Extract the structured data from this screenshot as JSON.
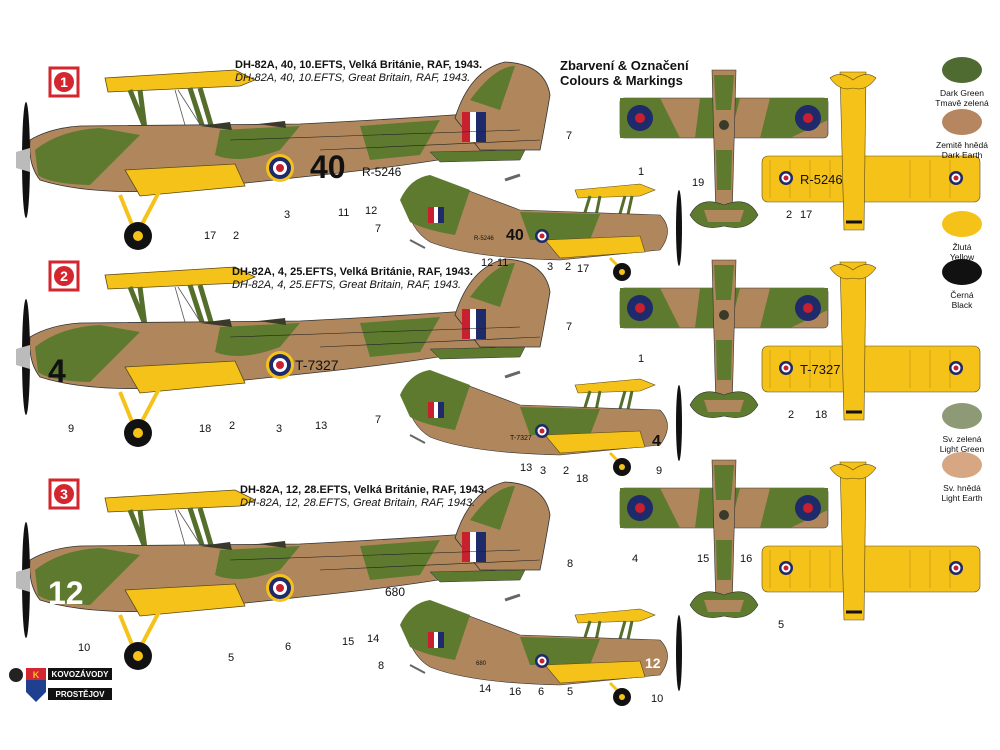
{
  "header": {
    "title_cz": "Zbarvení & Označení",
    "title_en": "Colours & Markings"
  },
  "variants": [
    {
      "index": "1",
      "caption_cz": "DH-82A, 40, 10.EFTS, Velká Británie, RAF, 1943.",
      "caption_en": "DH-82A, 40, 10.EFTS, Great Britain, RAF, 1943.",
      "code": "40",
      "serial": "R-5246",
      "callouts_large": [
        "7",
        "3",
        "11",
        "12",
        "17",
        "2"
      ],
      "callouts_small": [
        "7",
        "12",
        "11",
        "3",
        "2",
        "17"
      ],
      "callouts_top": [
        "1",
        "19"
      ],
      "callouts_bottom": [
        "2",
        "17"
      ]
    },
    {
      "index": "2",
      "caption_cz": "DH-82A, 4, 25.EFTS, Velká Británie, RAF, 1943.",
      "caption_en": "DH-82A, 4, 25.EFTS, Great Britain, RAF, 1943.",
      "code": "4",
      "serial": "T-7327",
      "callouts_large": [
        "7",
        "9",
        "18",
        "2",
        "3",
        "13"
      ],
      "callouts_small": [
        "7",
        "13",
        "3",
        "2",
        "18",
        "9"
      ],
      "callouts_top": [
        "1"
      ],
      "callouts_bottom": [
        "2",
        "18"
      ]
    },
    {
      "index": "3",
      "caption_cz": "DH-82A, 12, 28.EFTS, Velká Británie, RAF, 1943.",
      "caption_en": "DH-82A, 12, 28.EFTS, Great Britain, RAF, 1943.",
      "code": "12",
      "serial": "680",
      "callouts_large": [
        "8",
        "10",
        "5",
        "6",
        "15",
        "14"
      ],
      "callouts_small": [
        "8",
        "14",
        "16",
        "6",
        "5",
        "10"
      ],
      "callouts_top": [
        "4",
        "15",
        "16"
      ],
      "callouts_bottom": [
        "5"
      ]
    }
  ],
  "swatches": [
    {
      "color": "#4f6b32",
      "cz": "Dark Green",
      "en": "Tmavě zelená"
    },
    {
      "color": "#b58660",
      "cz": "Zemitě hnědá",
      "en": "Dark Earth"
    },
    {
      "color": "#f5c21a",
      "cz": "Žlutá",
      "en": "Yellow"
    },
    {
      "color": "#111111",
      "cz": "Černá",
      "en": "Black"
    },
    {
      "color": "#8e9a76",
      "cz": "Sv. zelená",
      "en": "Light Green"
    },
    {
      "color": "#d7a783",
      "cz": "Sv. hnědá",
      "en": "Light Earth"
    }
  ],
  "logo": {
    "line1": "KOVOZÁVODY",
    "line2": "PROSTĚJOV"
  },
  "colors": {
    "green": "#5d7a2f",
    "earth": "#b0875c",
    "yellow": "#f5c21a",
    "red": "#c8202e",
    "blue": "#1f2a6b",
    "badge_red": "#d3262e"
  }
}
